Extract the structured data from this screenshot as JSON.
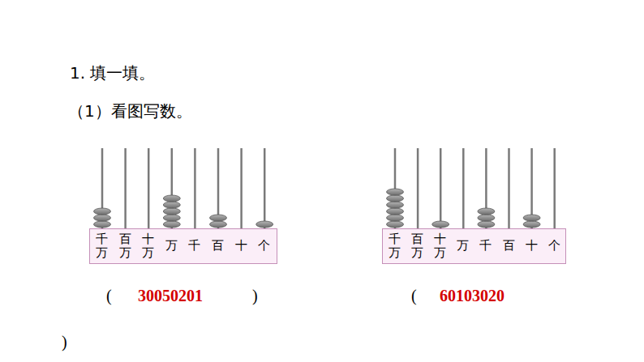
{
  "diagram": {
    "nodes": [
      {
        "text": [
          "千万",
          "百万",
          "十万",
          "万",
          "千",
          "百",
          "十",
          "个"
        ]
      },
      {
        "text": [
          "千万",
          "百万",
          "十万",
          "万",
          "千",
          "百",
          "十",
          "个"
        ]
      }
    ],
    "labels": [
      "1. 填一填。",
      "（1）看图写数。",
      "(",
      "30050201",
      ")",
      "(",
      "60103020",
      ")"
    ]
  }
}
